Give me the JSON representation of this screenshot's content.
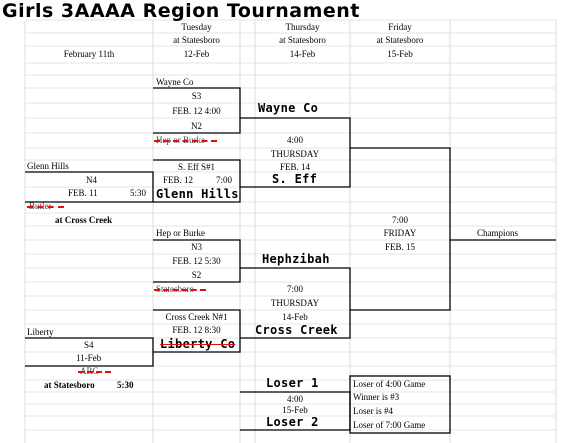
{
  "title": "Girls 3AAAA Region Tournament",
  "header": {
    "col1": {
      "date": "February 11th"
    },
    "col2": {
      "day": "Tuesday",
      "site": "at Statesboro",
      "date": "12-Feb"
    },
    "col3": {
      "day": "Thursday",
      "site": "at Statesboro",
      "date": "14-Feb"
    },
    "col4": {
      "day": "Friday",
      "site": "at Statesboro",
      "date": "15-Feb"
    }
  },
  "first_round": {
    "game1": {
      "top": "Glenn Hills",
      "seed": "N4",
      "date": "FEB. 11",
      "time": "5:30",
      "bottom_struck": "Butler",
      "site": "at Cross Creek"
    },
    "game2": {
      "top": "Liberty",
      "seed": "S4",
      "date": "11-Feb",
      "bottom_struck": "ARC",
      "site": "at Statesboro",
      "time": "5:30"
    }
  },
  "quarterfinals": {
    "q1": {
      "top": "Wayne Co",
      "seed1": "S3",
      "datetime": "FEB. 12  4:00",
      "seed2": "N2",
      "bottom_struck": "Hep or Burke"
    },
    "q2": {
      "top": "S. Eff S#1",
      "datetime": "FEB. 12",
      "time": "7:00",
      "handwritten": "Glenn Hills"
    },
    "q3": {
      "top": "Hep or Burke",
      "seed1": "N3",
      "datetime": "FEB. 12  5:30",
      "seed2": "S2",
      "bottom_struck": "Statesboro"
    },
    "q4": {
      "top": "Cross Creek N#1",
      "datetime": "FEB. 12   8:30",
      "handwritten": "Liberty Co"
    }
  },
  "semifinals": {
    "s1": {
      "winner_top": "Wayne Co",
      "time": "4:00",
      "day": "THURSDAY",
      "date": "FEB. 14",
      "winner_bottom": "S. Eff"
    },
    "s2": {
      "winner_top": "Hephzibah",
      "time": "7:00",
      "day": "THURSDAY",
      "date": "14-Feb",
      "winner_bottom": "Cross Creek"
    }
  },
  "final": {
    "time": "7:00",
    "day": "FRIDAY",
    "date": "FEB. 15",
    "champion_label": "Champions"
  },
  "consolation": {
    "loser1": "Loser 1",
    "time": "4:00",
    "date": "15-Feb",
    "loser2": "Loser 2",
    "notes": [
      "Loser of 4:00 Game",
      "Winner is  #3",
      "Loser is #4",
      "Loser of 7:00 Game"
    ]
  }
}
